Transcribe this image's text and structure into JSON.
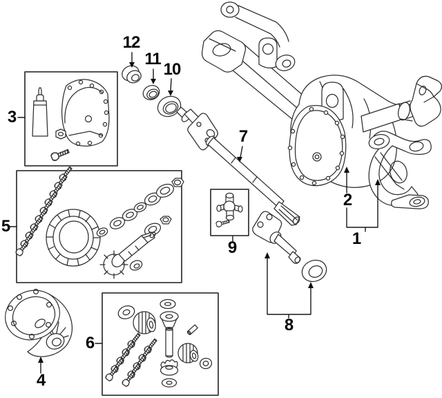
{
  "diagram": {
    "kind": "exploded-parts-line-drawing",
    "subject": "front-axle-and-differential",
    "background_color": "#ffffff",
    "line_color": "#2e2e2e",
    "label_color": "#050505",
    "callouts": [
      {
        "label": "1",
        "part": "axle-housing-assembly"
      },
      {
        "label": "2",
        "part": "axle-housing"
      },
      {
        "label": "3",
        "part": "differential-cover-kit"
      },
      {
        "label": "4",
        "part": "differential-case"
      },
      {
        "label": "5",
        "part": "ring-and-pinion-kit"
      },
      {
        "label": "6",
        "part": "differential-internal-gear-kit"
      },
      {
        "label": "7",
        "part": "axle-shaft"
      },
      {
        "label": "8",
        "part": "stub-shaft-and-seal"
      },
      {
        "label": "9",
        "part": "u-joint-kit"
      },
      {
        "label": "10",
        "part": "outer-axle-seal"
      },
      {
        "label": "11",
        "part": "inner-axle-seal"
      },
      {
        "label": "12",
        "part": "pinion-seal"
      }
    ]
  }
}
